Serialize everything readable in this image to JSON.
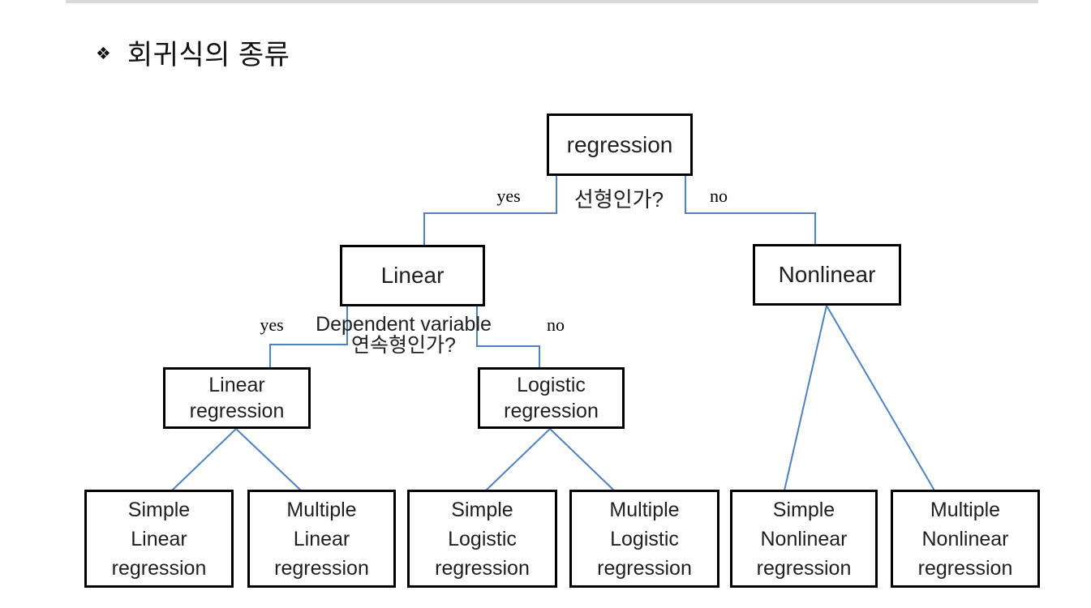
{
  "title": {
    "bullet": "❖",
    "text": "회귀식의 종류"
  },
  "colors": {
    "connector_blue": "#4F81BD",
    "box_border": "#000000",
    "text": "#1F1F1F",
    "top_bar": "#D9D9D9"
  },
  "diagram": {
    "root": {
      "label": "regression"
    },
    "question1": {
      "text": "선형인가?",
      "yes": "yes",
      "no": "no"
    },
    "linear": {
      "label": "Linear"
    },
    "nonlinear": {
      "label": "Nonlinear"
    },
    "question2": {
      "line1": "Dependent variable",
      "line2": "연속형인가?",
      "yes": "yes",
      "no": "no"
    },
    "linear_regression": {
      "label": "Linear\nregression"
    },
    "logistic_regression": {
      "label": "Logistic\nregression"
    },
    "leaves": {
      "simple_linear": {
        "label": "Simple\nLinear\nregression"
      },
      "multiple_linear": {
        "label": "Multiple\nLinear\nregression"
      },
      "simple_logistic": {
        "label": "Simple\nLogistic\nregression"
      },
      "multiple_logistic": {
        "label": "Multiple\nLogistic\nregression"
      },
      "simple_nonlinear": {
        "label": "Simple\nNonlinear\nregression"
      },
      "multiple_nonlinear": {
        "label": "Multiple\nNonlinear\nregression"
      }
    }
  }
}
